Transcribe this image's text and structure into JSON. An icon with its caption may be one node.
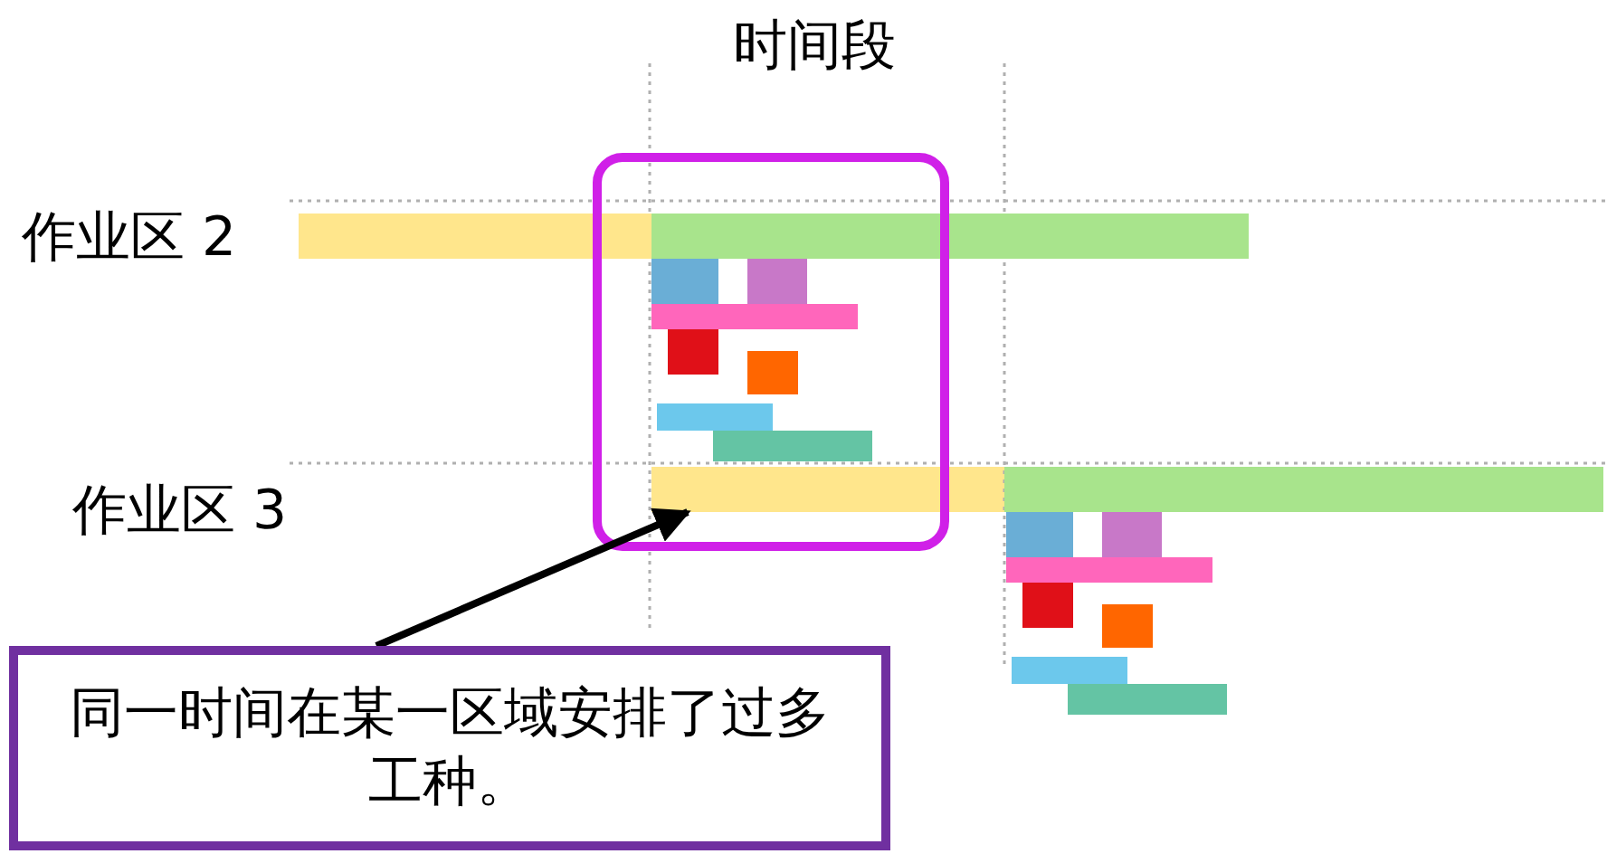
{
  "diagram": {
    "nodes": [
      {
        "text": [
          "同一时间在某一区域安排了过多工种。"
        ]
      },
      {
        "text": [],
        "shape": "bar"
      }
    ],
    "edges": [
      {
        "from": 0,
        "to": 1,
        "arrow": "to"
      }
    ],
    "labels": [
      "时间段",
      "作业区 2",
      "作业区 3"
    ]
  }
}
